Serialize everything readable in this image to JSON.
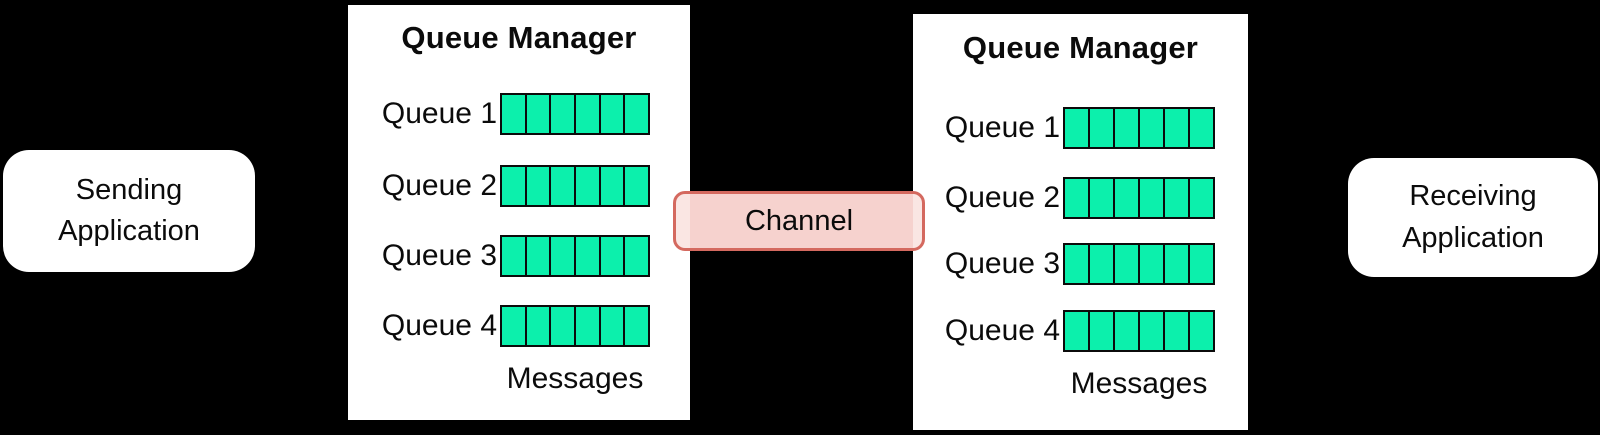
{
  "colors": {
    "bg": "#000000",
    "box-bg": "#ffffff",
    "text": "#0b0b0b",
    "queue-green": "#0cf0ac",
    "cell-border": "#0b0b0b",
    "channel-fill": "#f6d2ce",
    "channel-cap": "#fae6e3",
    "channel-border": "#d4695f"
  },
  "sending_app": {
    "label": "Sending\nApplication"
  },
  "receiving_app": {
    "label": "Receiving\nApplication"
  },
  "channel": {
    "label": "Channel"
  },
  "queue_managers": [
    {
      "title": "Queue Manager",
      "messages_label": "Messages",
      "queues": [
        {
          "label": "Queue 1",
          "cells": 6
        },
        {
          "label": "Queue 2",
          "cells": 6
        },
        {
          "label": "Queue 3",
          "cells": 6
        },
        {
          "label": "Queue 4",
          "cells": 6
        }
      ]
    },
    {
      "title": "Queue Manager",
      "messages_label": "Messages",
      "queues": [
        {
          "label": "Queue 1",
          "cells": 6
        },
        {
          "label": "Queue 2",
          "cells": 6
        },
        {
          "label": "Queue 3",
          "cells": 6
        },
        {
          "label": "Queue 4",
          "cells": 6
        }
      ]
    }
  ]
}
